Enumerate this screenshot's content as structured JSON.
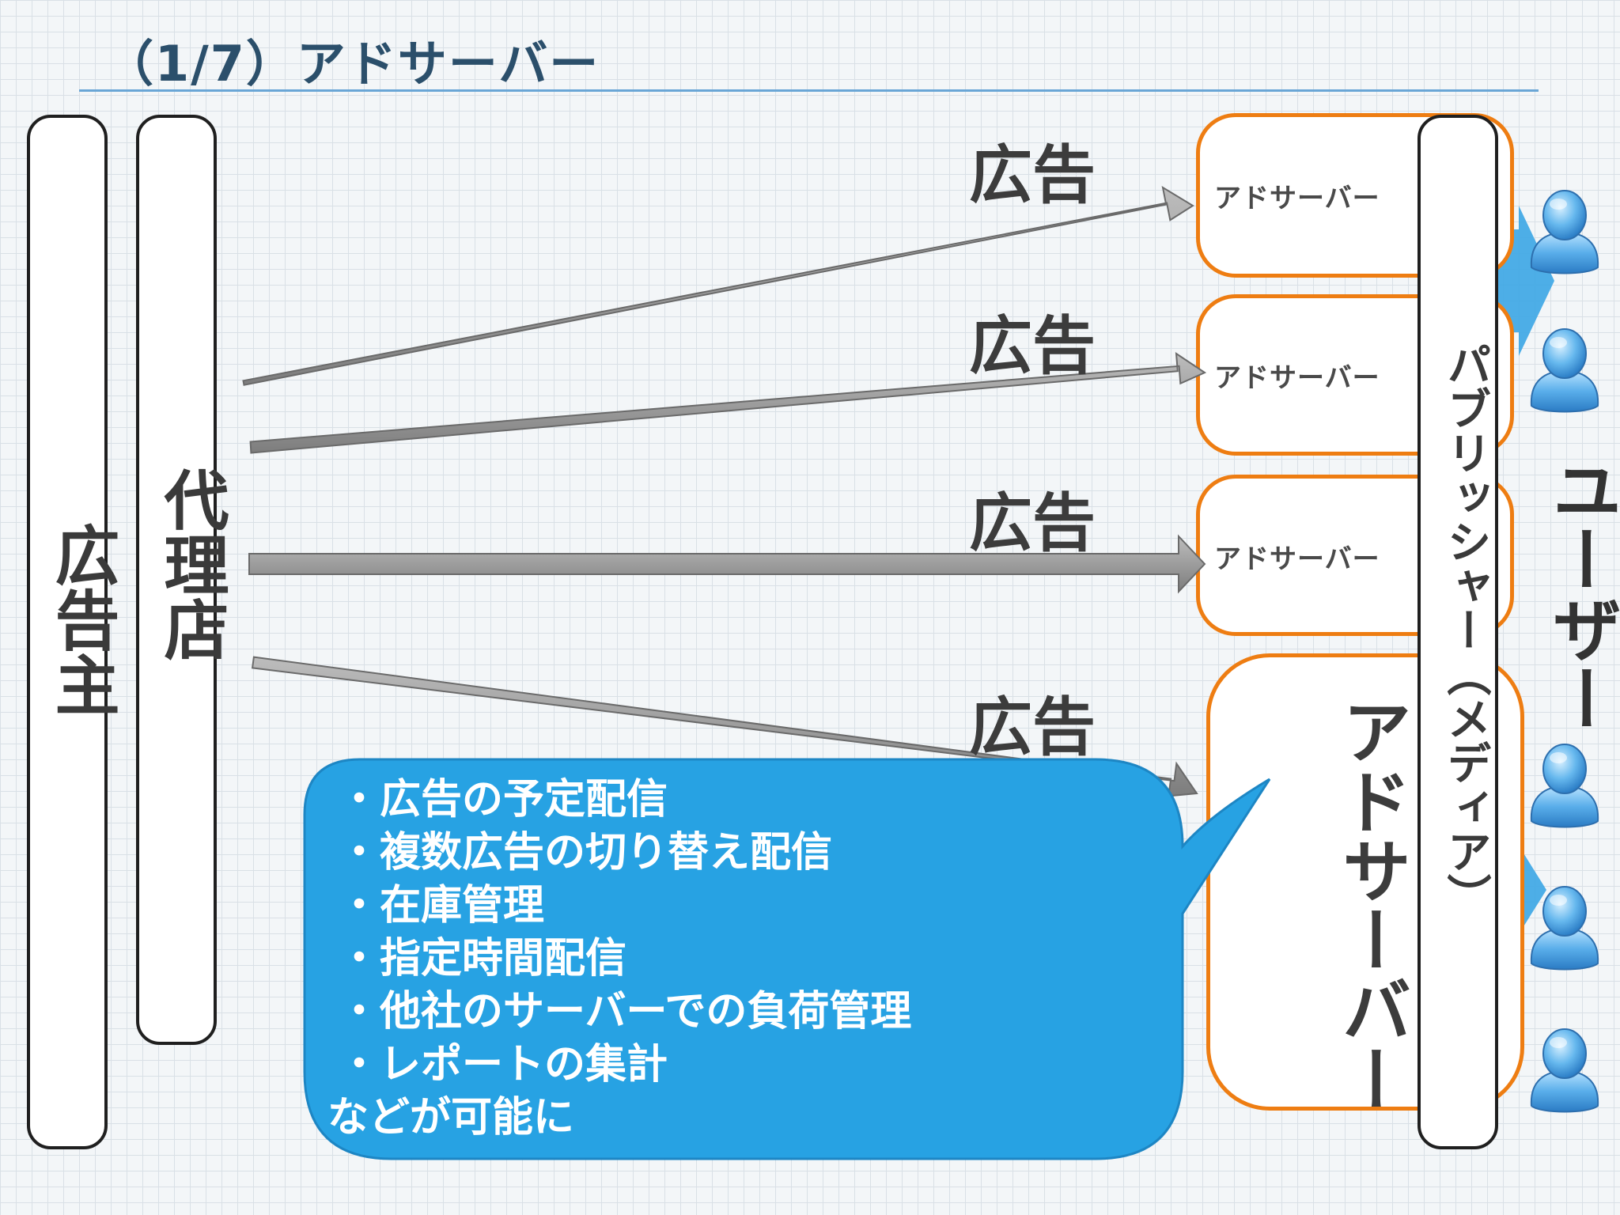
{
  "slide": {
    "title": "（1/7）アドサーバー"
  },
  "columns": {
    "advertiser": "広告主",
    "agency": "代理店",
    "publisher": "パブリッシャー（メディア）",
    "user": "ユーザー"
  },
  "ad_servers": {
    "labels": [
      "アドサーバー",
      "アドサーバー",
      "アドサーバー"
    ],
    "large_label": "アドサーバー"
  },
  "arrows": {
    "labels": [
      "広告",
      "広告",
      "広告",
      "広告"
    ]
  },
  "callout": {
    "lines": [
      "・広告の予定配信",
      "・複数広告の切り替え配信",
      "・在庫管理",
      "・指定時間配信",
      "・他社のサーバーでの負荷管理",
      "・レポートの集計",
      "などが可能に"
    ]
  },
  "icons": {
    "user": "user-icon",
    "flow": "flow-arrow"
  },
  "colors": {
    "ad_server_border": "#ee7d12",
    "callout": "#27a2e3",
    "arrow": "#8c8c8c",
    "title": "#2b4f6b"
  }
}
